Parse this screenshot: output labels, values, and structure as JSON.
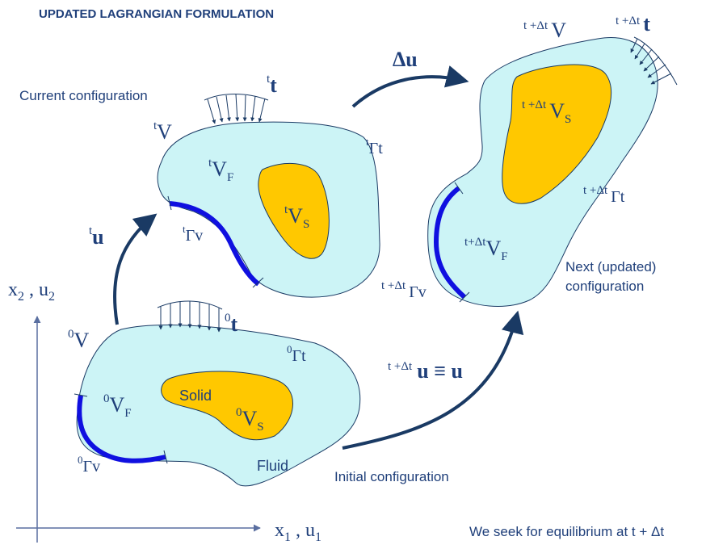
{
  "title": "UPDATED LAGRANGIAN FORMULATION",
  "configs": {
    "current": "Current configuration",
    "next_line1": "Next (updated)",
    "next_line2": "configuration",
    "initial": "Initial configuration"
  },
  "footer": "We seek for equilibrium at t + Δt",
  "axes": {
    "y_label": "x",
    "y_label_sub": "2",
    "y_label_mid": " , u",
    "y_label_sub2": "2",
    "x_label": "x",
    "x_label_sub": "1",
    "x_label_mid": " , u",
    "x_label_sub2": "1"
  },
  "initial_body": {
    "V": "V",
    "V_sup": "0",
    "VF": "V",
    "VF_sup": "0",
    "VF_sub": "F",
    "VS": "V",
    "VS_sup": "0",
    "VS_sub": "S",
    "t": "t",
    "t_sup": "0",
    "Gamma_t": "Γt",
    "Gamma_t_sup": "0",
    "Gamma_v": "Γv",
    "Gamma_v_sup": "0",
    "solid": "Solid",
    "fluid": "Fluid"
  },
  "current_body": {
    "V": "V",
    "V_sup": "t",
    "VF": "V",
    "VF_sup": "t",
    "VF_sub": "F",
    "VS": "V",
    "VS_sup": "t",
    "VS_sub": "S",
    "t": "t",
    "t_sup": "t",
    "Gamma_t": "Γt",
    "Gamma_t_sup": "t",
    "Gamma_v": "Γv",
    "Gamma_v_sup": "t"
  },
  "next_body": {
    "V": "V",
    "V_pre": "t +Δt",
    "VS": "V",
    "VS_pre": "t +Δt",
    "VS_sub": "S",
    "VF": "V",
    "VF_pre": "t+Δt",
    "VF_sub": "F",
    "t": "t",
    "t_pre": "t +Δt",
    "Gamma_t": "Γt",
    "Gamma_t_pre": "t +Δt",
    "Gamma_v": "Γv",
    "Gamma_v_pre": "t +Δt"
  },
  "arrows": {
    "tu": "u",
    "tu_sup": "t",
    "du": "Δu",
    "total_pre": "t +Δt",
    "total": "u ≡ u"
  },
  "colors": {
    "fluid": "#ccf4f6",
    "solid": "#ffc800",
    "boundary_v": "#1010e0",
    "arrow": "#1a3a64",
    "text": "#1f3f7a"
  }
}
